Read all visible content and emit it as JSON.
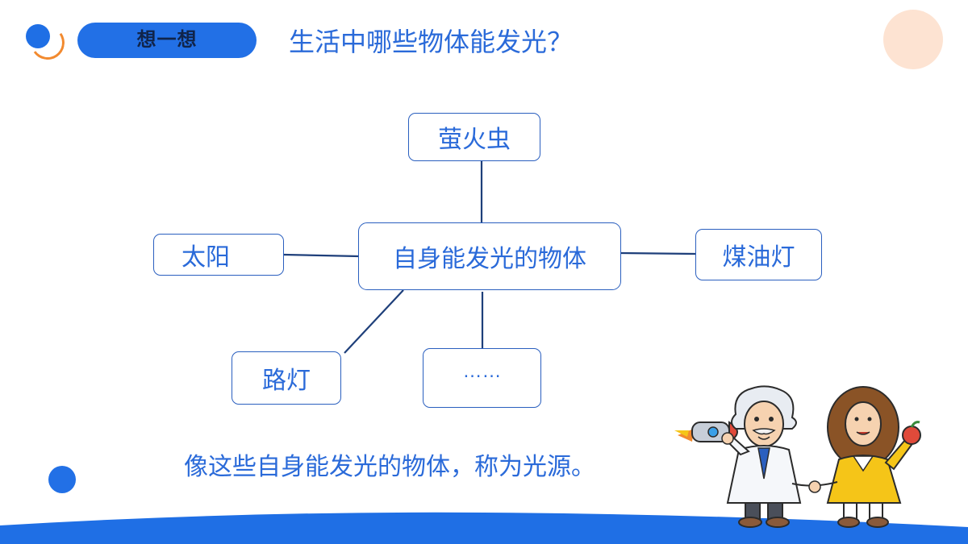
{
  "header": {
    "pill_label": "想一想",
    "question": "生活中哪些物体能发光？"
  },
  "diagram": {
    "center": "自身能发光的物体",
    "top": "萤火虫",
    "left": "太阳",
    "right": "煤油灯",
    "bottom_left": "路灯",
    "bottom": "……"
  },
  "caption": "像这些自身能发光的物体，称为光源。",
  "colors": {
    "accent_blue": "#2270e6",
    "text_blue": "#2a6ad9",
    "node_border": "#2a5fbf",
    "line": "#1e3f7a",
    "peach": "#fde3d2",
    "orange": "#f28a2f"
  },
  "illustration": {
    "left_figure": "scientist-with-rocket",
    "right_figure": "scientist-with-apple"
  }
}
